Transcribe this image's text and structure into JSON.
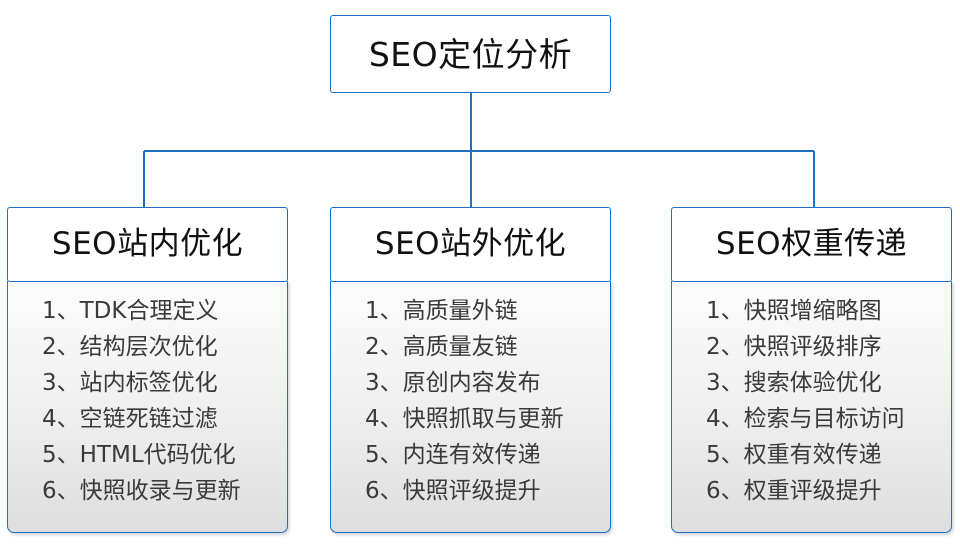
{
  "diagram": {
    "type": "tree",
    "root": {
      "label": "SEO定位分析"
    },
    "colors": {
      "border": "#1f6fc4",
      "connector": "#1f6fc4",
      "header_fill": "#ffffff",
      "body_fill_top": "#fcfcfc",
      "body_fill_bottom": "#dedede",
      "title_text": "#111111",
      "list_text": "#3a3a3a"
    },
    "branches": [
      {
        "title": "SEO站内优化",
        "items": [
          "1、TDK合理定义",
          "2、结构层次优化",
          "3、站内标签优化",
          "4、空链死链过滤",
          "5、HTML代码优化",
          "6、快照收录与更新"
        ]
      },
      {
        "title": "SEO站外优化",
        "items": [
          "1、高质量外链",
          "2、高质量友链",
          "3、原创内容发布",
          "4、快照抓取与更新",
          "5、内连有效传递",
          "6、快照评级提升"
        ]
      },
      {
        "title": "SEO权重传递",
        "items": [
          "1、快照增缩略图",
          "2、快照评级排序",
          "3、搜索体验优化",
          "4、检索与目标访问",
          "5、权重有效传递",
          "6、权重评级提升"
        ]
      }
    ]
  }
}
